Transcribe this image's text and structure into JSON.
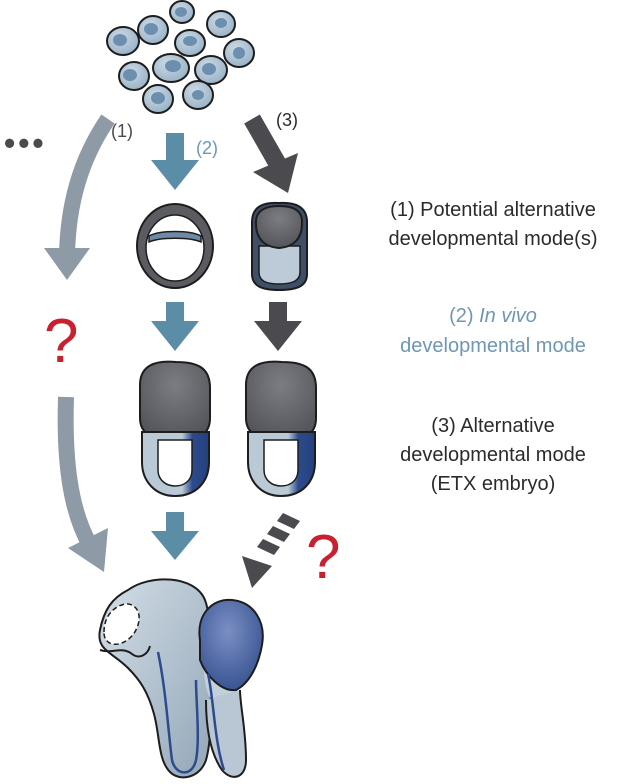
{
  "path_labels": {
    "p1": "(1)",
    "p2": "(2)",
    "p3": "(3)"
  },
  "ellipsis": "•••",
  "question_mark": "?",
  "legend": {
    "item1_lines": [
      "(1) Potential alternative",
      "developmental mode(s)"
    ],
    "item2_prefix": "(2) ",
    "item2_italic": "In vivo",
    "item2_line2": "developmental mode",
    "item3_lines": [
      "(3) Alternative",
      "developmental mode",
      "(ETX embryo)"
    ]
  },
  "colors": {
    "path1_arrow": "#8f9aa7",
    "path2_arrow": "#5b8da7",
    "path3_arrow": "#4a4a4f",
    "question_mark": "#c8202f",
    "legend_text": "#2b2b2b",
    "legend_blue": "#6f97b4",
    "cell_fill": "#a7bfd2",
    "cell_nucleus": "#6c8fb0",
    "tissue_dark": "#5a5c61",
    "tissue_light": "#bcccd8",
    "tissue_blue": "#2d4b8c"
  }
}
